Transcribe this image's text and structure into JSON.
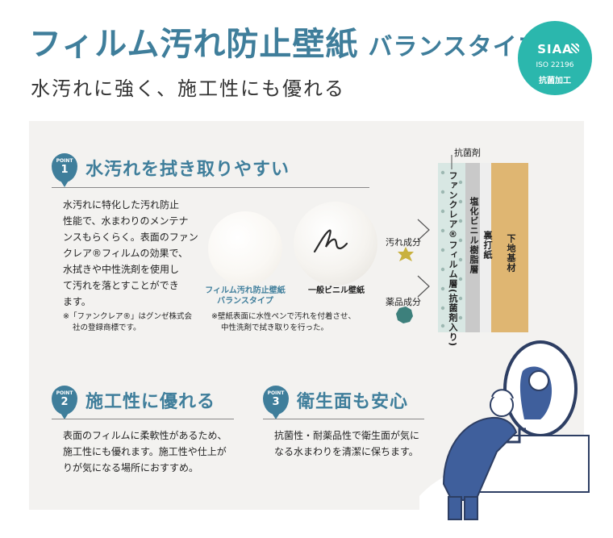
{
  "header": {
    "title": "フィルム汚れ防止壁紙",
    "title_sub": "バランスタイプ",
    "subtitle": "水汚れに強く、施工性にも優れる"
  },
  "badge": {
    "line1": "SIAA",
    "line2": "ISO 22196",
    "line3": "抗菌加工",
    "color": "#2bb7ad"
  },
  "points": [
    {
      "label": "POINT",
      "number": "1",
      "heading": "水汚れを拭き取りやすい",
      "body": [
        "水汚れに特化した汚れ防止",
        "性能で、水まわりのメンテナ",
        "ンスもらくらく。表面のファン",
        "クレア®フィルムの効果で、",
        "水拭きや中性洗剤を使用し",
        "て汚れを落とすことができ",
        "ます。"
      ],
      "note": [
        "※「ファンクレア®」はグンゼ株式会",
        "社の登録商標です。"
      ]
    },
    {
      "label": "POINT",
      "number": "2",
      "heading": "施工性に優れる",
      "body": [
        "表面のフィルムに柔軟性があるため、",
        "施工性にも優れます。施工性や仕上が",
        "りが気になる場所におすすめ。"
      ]
    },
    {
      "label": "POINT",
      "number": "3",
      "heading": "衛生面も安心",
      "body": [
        "抗菌性・耐薬品性で衛生面が気に",
        "なる水まわりを清潔に保ちます。"
      ]
    }
  ],
  "samples": {
    "left_caption": [
      "フィルム汚れ防止壁紙",
      "バランスタイプ"
    ],
    "right_caption": "一般ビニル壁紙",
    "note": [
      "※壁紙表面に水性ペンで汚れを付着させ、",
      "中性洗剤で拭き取りを行った。"
    ]
  },
  "diagram": {
    "top_label": "抗菌剤",
    "stain_label": "汚れ成分",
    "chemical_label": "薬品成分",
    "layers": [
      {
        "name": "ファンクレア®フィルム層(抗菌剤入り)",
        "color": "#d8e7e3"
      },
      {
        "name": "塩化ビニル樹脂層",
        "color": "#c9c9c9"
      },
      {
        "name": "裏打紙",
        "color": "#f1f1f1"
      },
      {
        "name": "下地基材",
        "color": "#dfb672"
      }
    ],
    "stain_color": "#c9b13e",
    "chemical_color": "#3d807c"
  }
}
